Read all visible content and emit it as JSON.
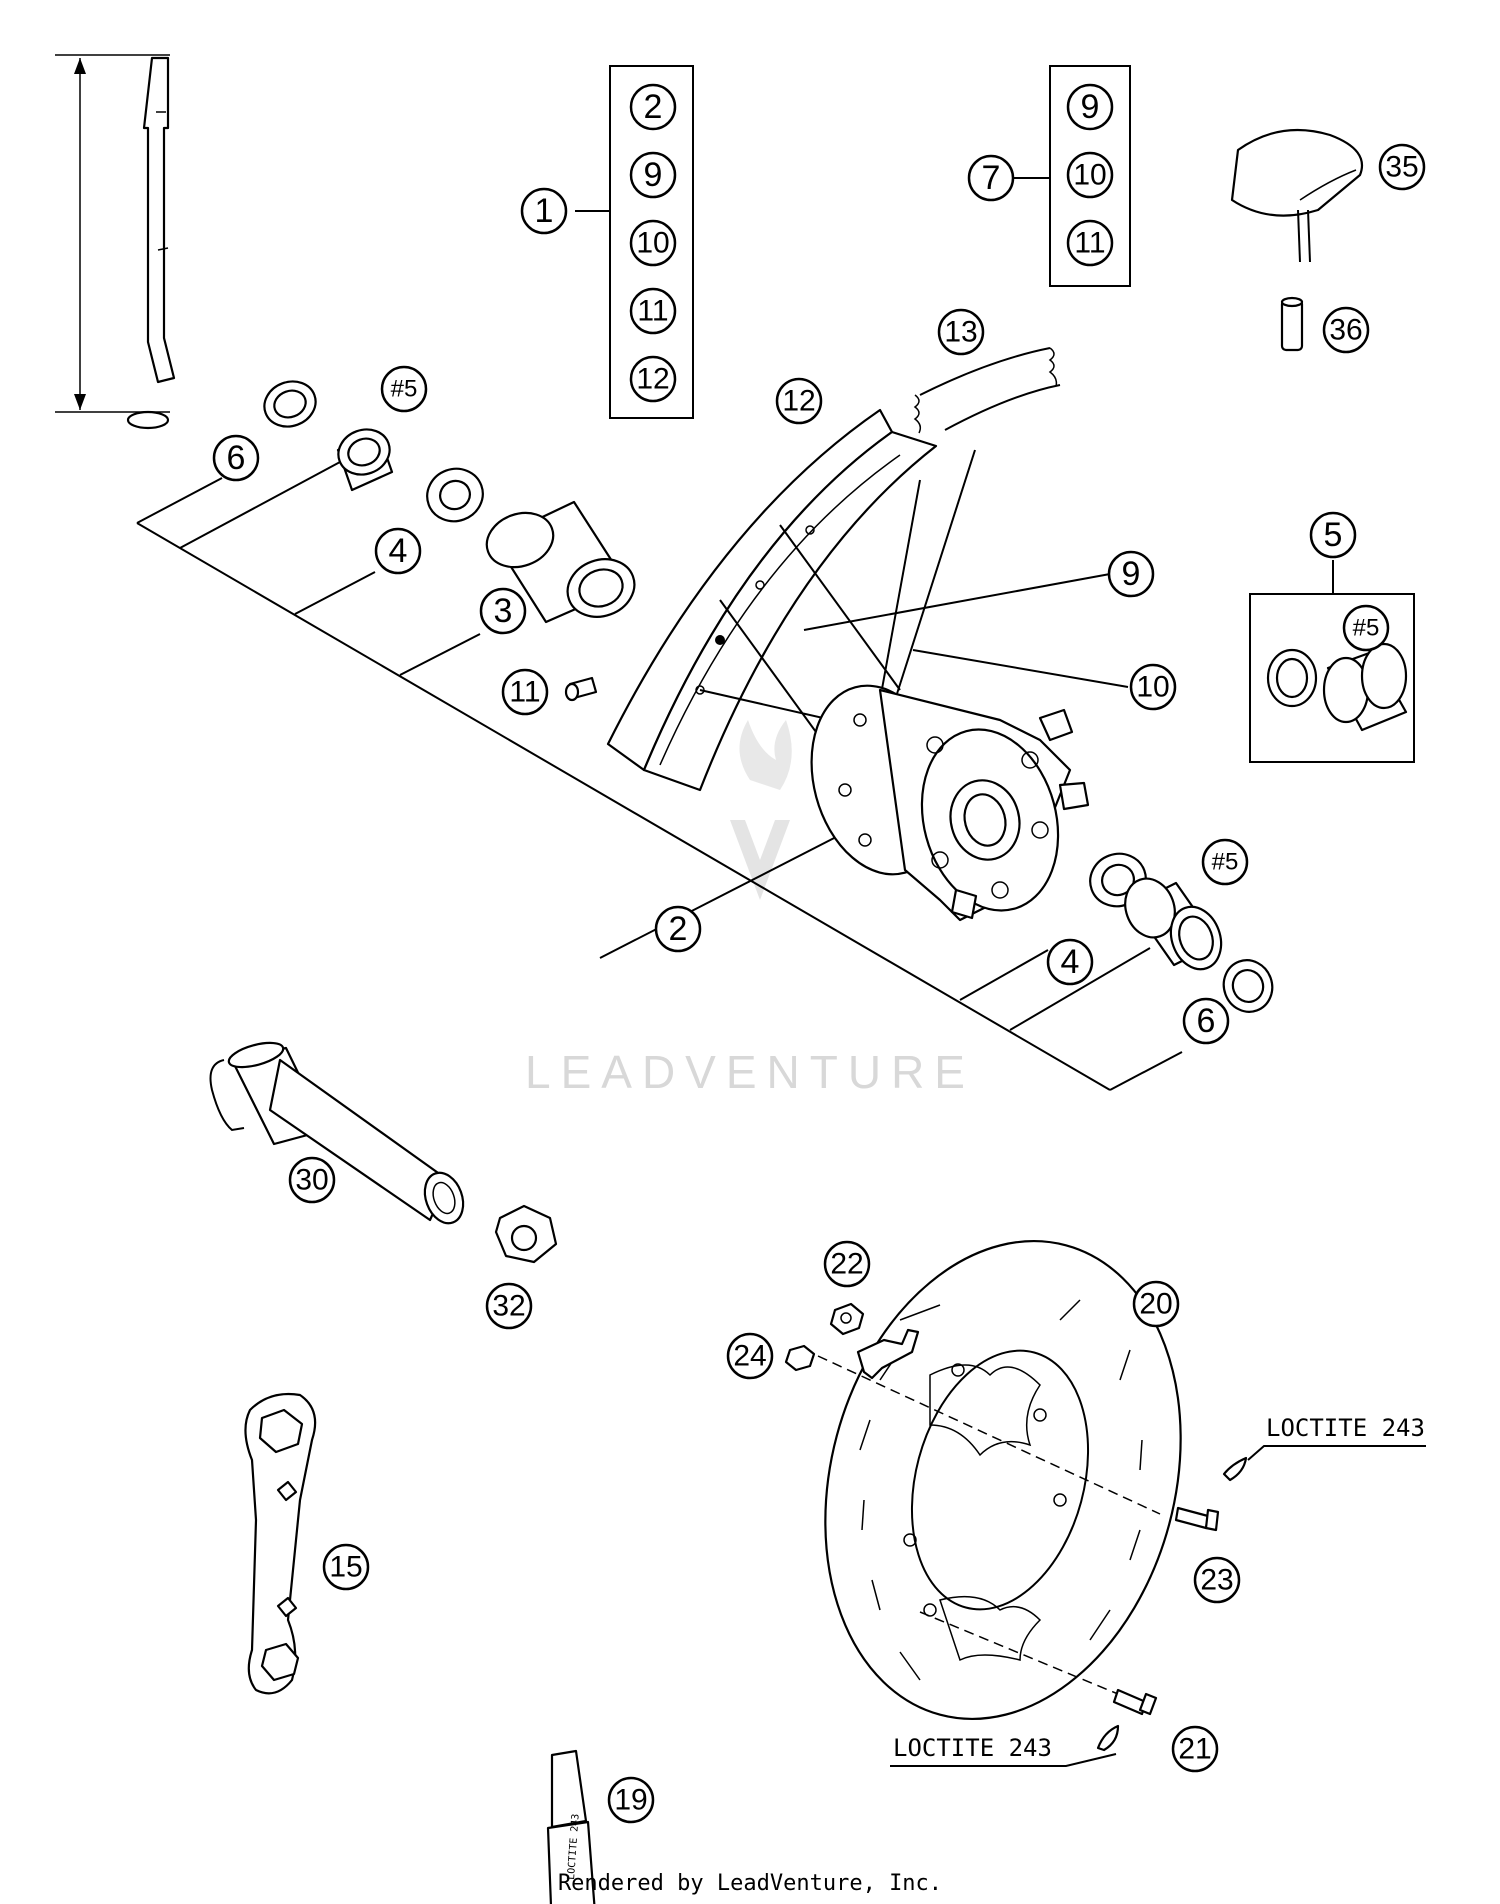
{
  "callouts": {
    "c1": "1",
    "c2": "2",
    "c3": "3",
    "c4": "4",
    "c4b": "4",
    "c5": "5",
    "c5a": "#5",
    "c5b": "#5",
    "c5c": "#5",
    "c6": "6",
    "c6b": "6",
    "c7": "7",
    "c9": "9",
    "c10": "10",
    "c11": "11",
    "c12": "12",
    "c13": "13",
    "c15": "15",
    "c19": "19",
    "c20": "20",
    "c21": "21",
    "c22": "22",
    "c23": "23",
    "c24": "24",
    "c30": "30",
    "c32": "32",
    "c35": "35",
    "c36": "36"
  },
  "kit1": [
    "2",
    "9",
    "10",
    "11",
    "12"
  ],
  "kit7": [
    "9",
    "10",
    "11"
  ],
  "notes": {
    "loctite_top": "LOCTITE 243",
    "loctite_bottom": "LOCTITE 243"
  },
  "tube_label": "LOCTITE 243",
  "watermark": "LEADVENTURE",
  "footer": "Rendered by LeadVenture, Inc."
}
